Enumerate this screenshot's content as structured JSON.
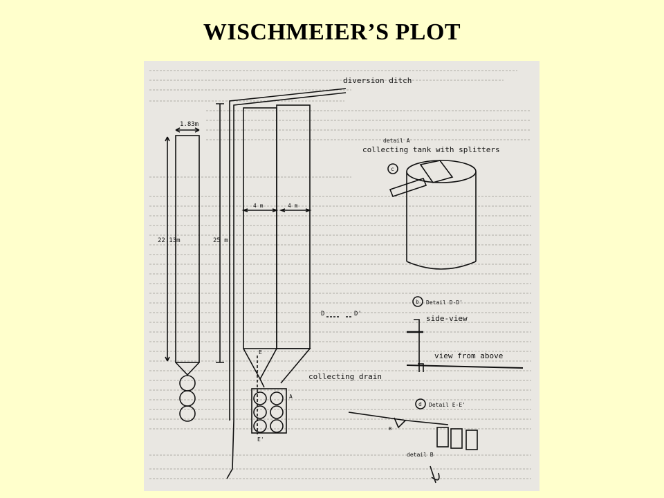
{
  "slide": {
    "title": "WISCHMEIER’S   PLOT"
  },
  "diagram": {
    "labels": {
      "diversion_ditch": "diversion ditch",
      "detail_a": "detail A",
      "collecting_tank": "collecting tank with splitters",
      "width_small": "1.83m",
      "length_small": "22.13m",
      "length_large": "25 m",
      "width_left": "4 m",
      "width_right": "4 m",
      "marker_c": "c",
      "marker_b": "b",
      "detail_d_d": "Detail D-D'",
      "side_view": "side-view",
      "view_from_above": "view from above",
      "d_left": "D",
      "d_right": "D'",
      "marker_e_top": "E",
      "marker_e_bottom": "E'",
      "collecting_drain": "collecting drain",
      "marker_d": "d",
      "detail_e_e": "Detail E-E'",
      "tank_a": "A",
      "marker_b_small": "B",
      "detail_b": "detail B"
    }
  }
}
